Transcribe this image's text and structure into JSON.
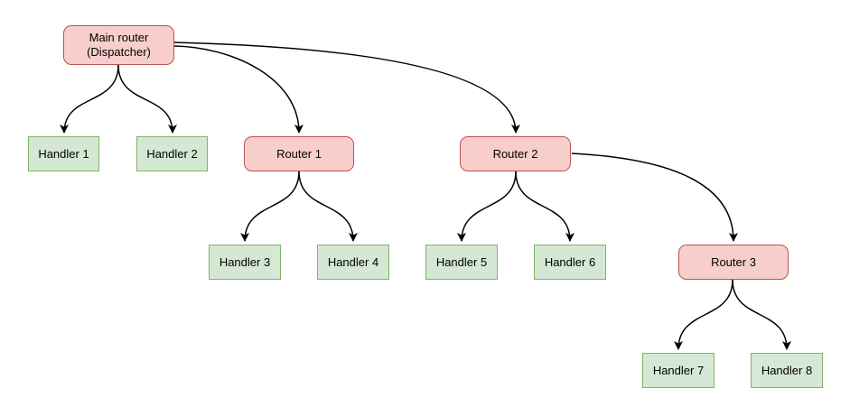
{
  "diagram": {
    "nodes": [
      {
        "id": "main-router",
        "label": "Main router\n(Dispatcher)",
        "type": "router"
      },
      {
        "id": "handler-1",
        "label": "Handler 1",
        "type": "handler"
      },
      {
        "id": "handler-2",
        "label": "Handler 2",
        "type": "handler"
      },
      {
        "id": "router-1",
        "label": "Router 1",
        "type": "router"
      },
      {
        "id": "router-2",
        "label": "Router 2",
        "type": "router"
      },
      {
        "id": "handler-3",
        "label": "Handler 3",
        "type": "handler"
      },
      {
        "id": "handler-4",
        "label": "Handler 4",
        "type": "handler"
      },
      {
        "id": "handler-5",
        "label": "Handler 5",
        "type": "handler"
      },
      {
        "id": "handler-6",
        "label": "Handler 6",
        "type": "handler"
      },
      {
        "id": "router-3",
        "label": "Router 3",
        "type": "router"
      },
      {
        "id": "handler-7",
        "label": "Handler 7",
        "type": "handler"
      },
      {
        "id": "handler-8",
        "label": "Handler 8",
        "type": "handler"
      }
    ],
    "edges": [
      {
        "from": "main-router",
        "to": "handler-1"
      },
      {
        "from": "main-router",
        "to": "handler-2"
      },
      {
        "from": "main-router",
        "to": "router-1"
      },
      {
        "from": "main-router",
        "to": "router-2"
      },
      {
        "from": "router-1",
        "to": "handler-3"
      },
      {
        "from": "router-1",
        "to": "handler-4"
      },
      {
        "from": "router-2",
        "to": "handler-5"
      },
      {
        "from": "router-2",
        "to": "handler-6"
      },
      {
        "from": "router-2",
        "to": "router-3"
      },
      {
        "from": "router-3",
        "to": "handler-7"
      },
      {
        "from": "router-3",
        "to": "handler-8"
      }
    ],
    "colors": {
      "router_fill": "#f8cecc",
      "router_border": "#b85450",
      "handler_fill": "#d5e8d4",
      "handler_border": "#82b366",
      "edge": "#000000",
      "background": "#ffffff"
    }
  }
}
